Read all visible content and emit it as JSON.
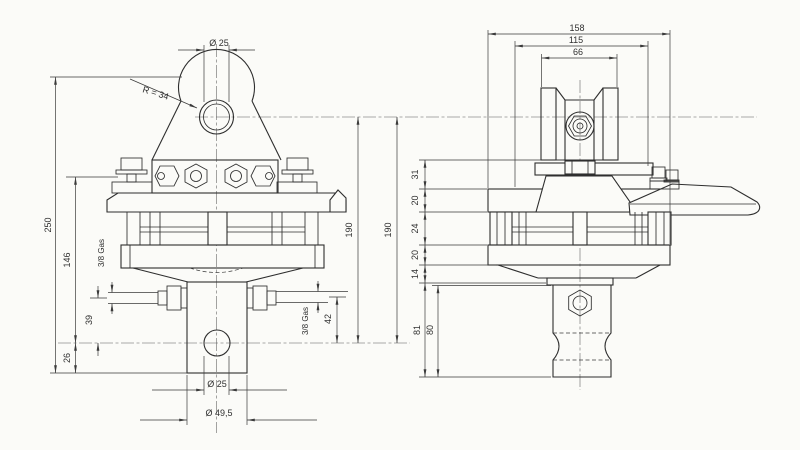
{
  "sheet": {
    "background": "#fbfbf8",
    "line_color": "#2e2e2e"
  },
  "front_view": {
    "dims": {
      "eye_hole_dia": "Ø 25",
      "eye_radius": "R = 34",
      "overall_height": "250",
      "flange_to_pin": "146",
      "port_to_pin_left": "39",
      "pin_to_end": "26",
      "center_distance": "190",
      "port_left": "3/8 Gas",
      "port_right": "3/8 Gas",
      "port_to_pin_right": "42",
      "pin_hole_dia": "Ø 25",
      "shaft_dia": "Ø 49,5"
    }
  },
  "side_view": {
    "dims": {
      "flange_width": "158",
      "body_width": "115",
      "fork_width": "66",
      "center_distance": "190",
      "stack": [
        "31",
        "20",
        "24",
        "20",
        "14"
      ],
      "shaft_length_outer": "81",
      "shaft_length_inner": "80"
    }
  }
}
